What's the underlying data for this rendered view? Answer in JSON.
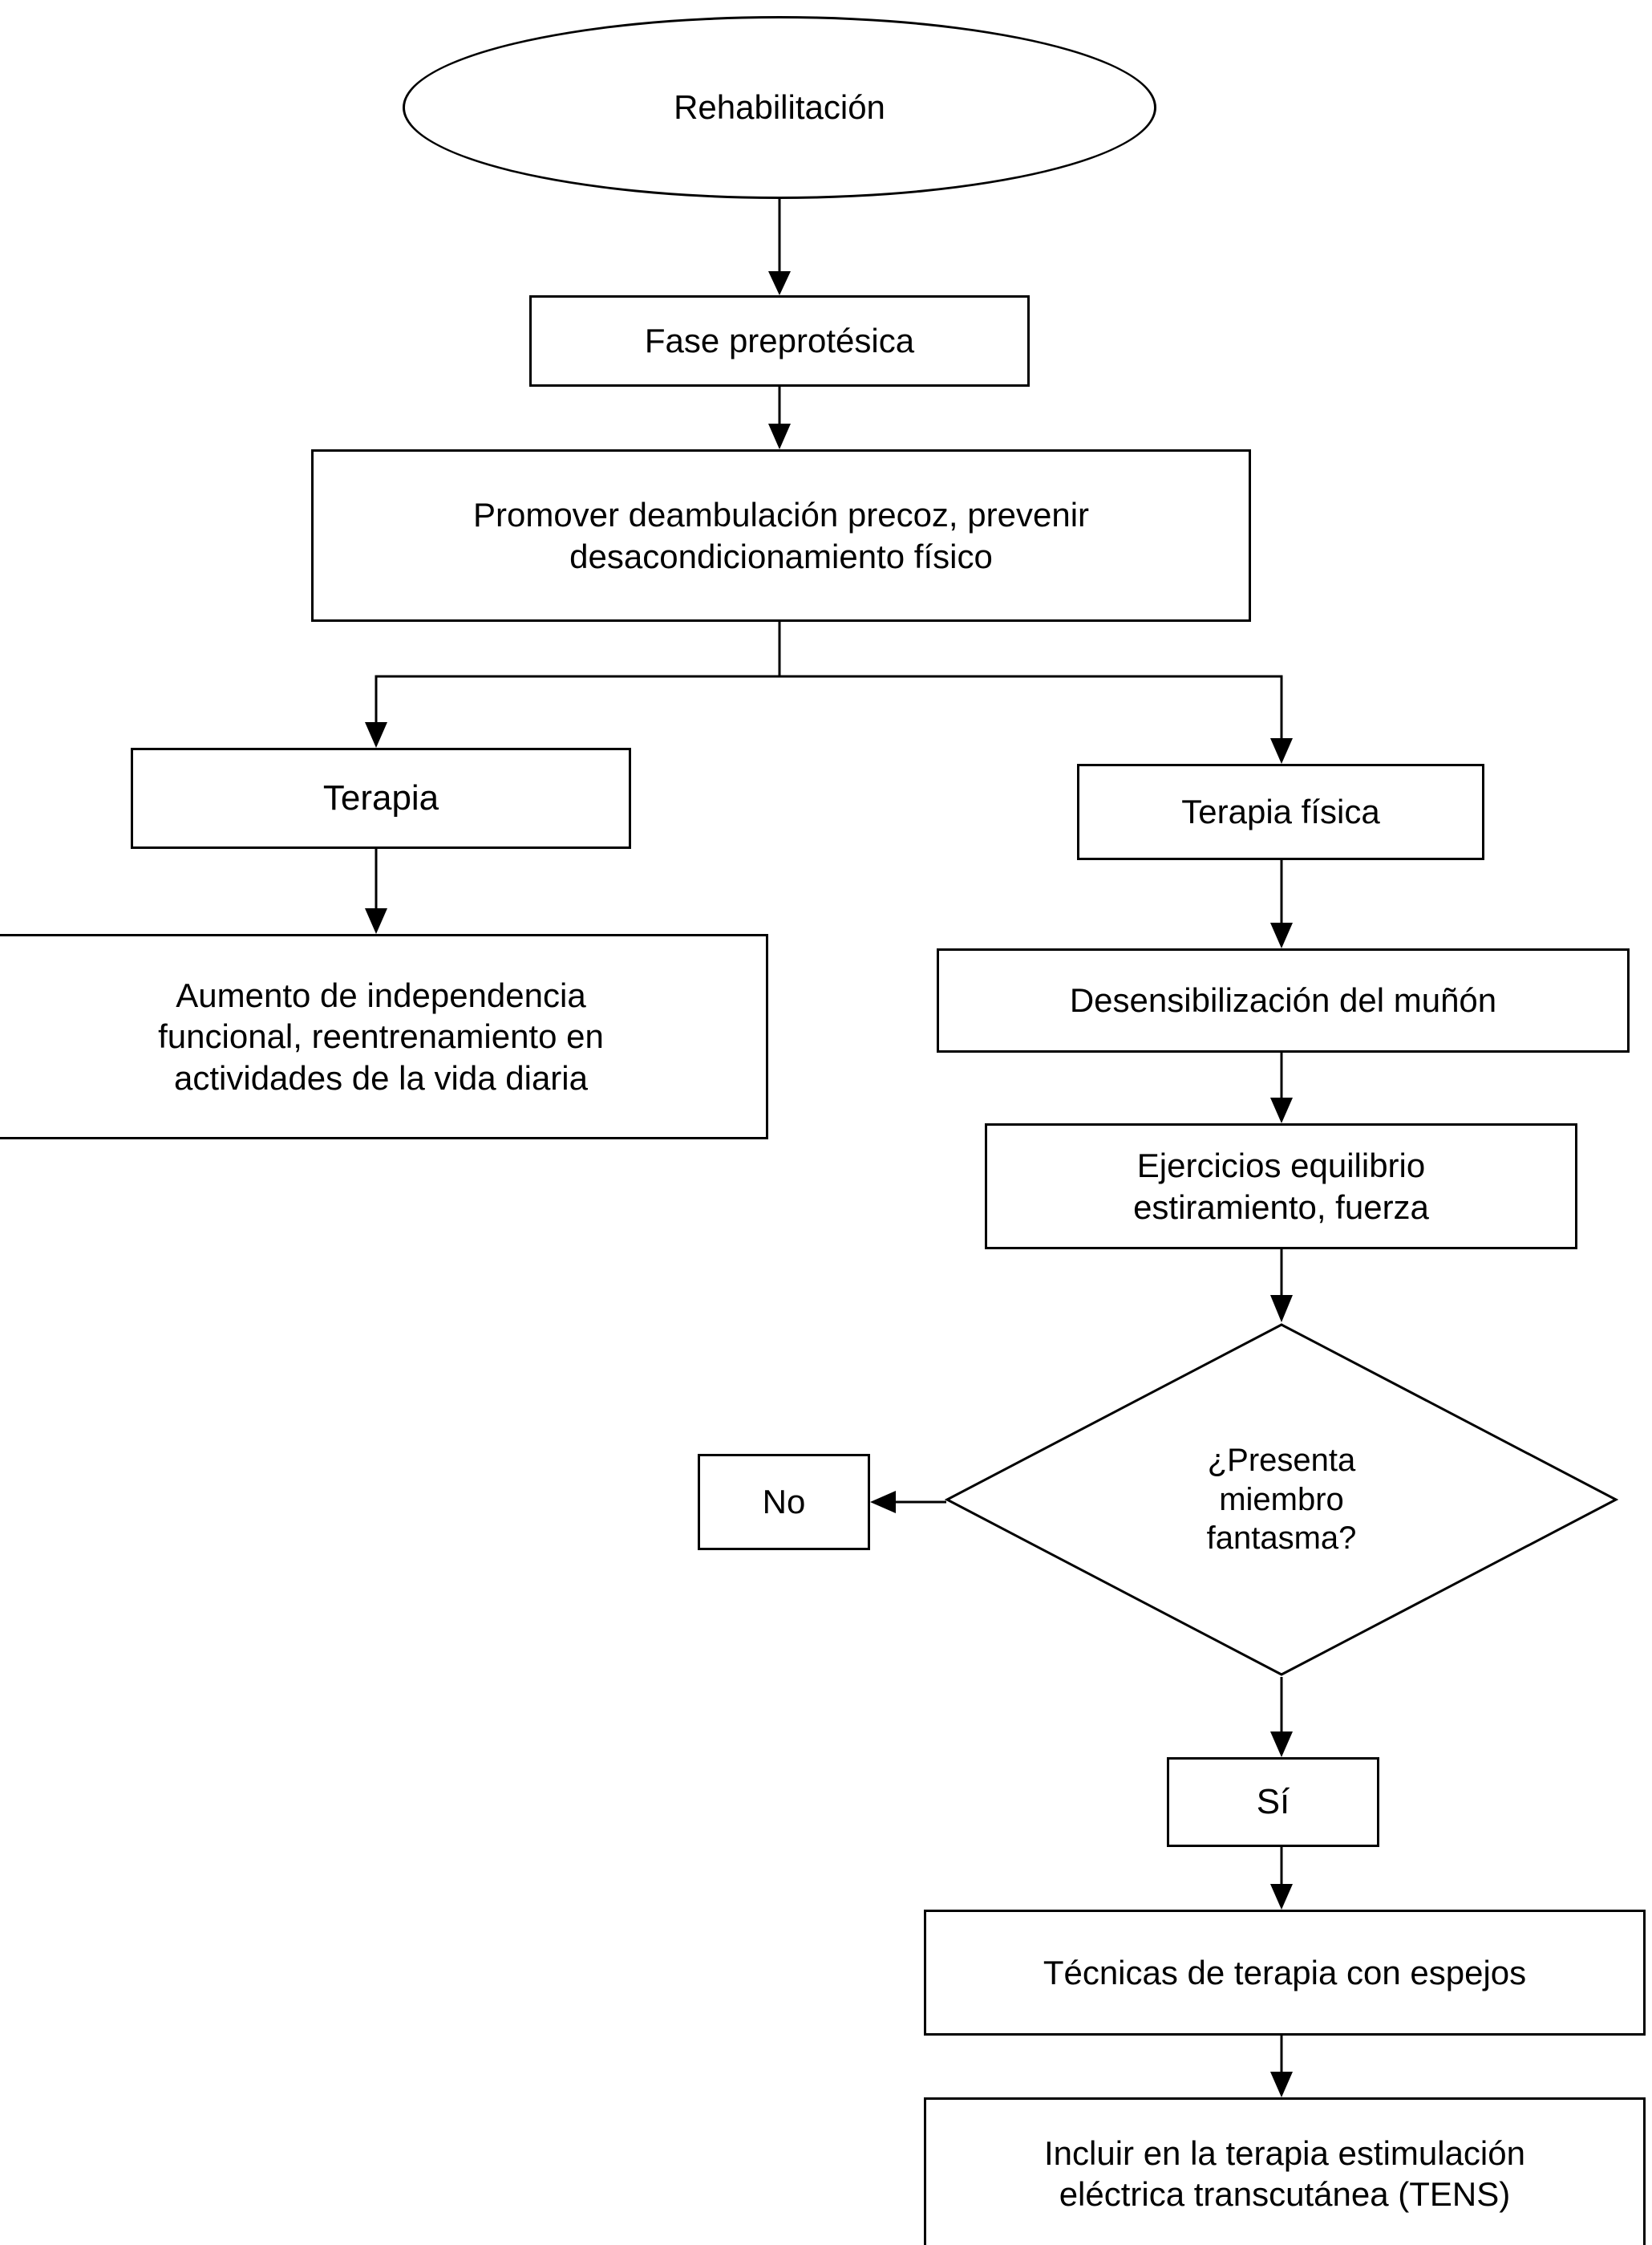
{
  "diagram": {
    "title": "Rehabilitación",
    "type": "flowchart",
    "nodes": [
      {
        "id": "start",
        "shape": "ellipse",
        "label": "Rehabilitación"
      },
      {
        "id": "fase",
        "shape": "rect",
        "label": "Fase preprotésica"
      },
      {
        "id": "promover",
        "shape": "rect",
        "label": "Promover deambulación precoz, prevenir\ndesacondicionamiento físico"
      },
      {
        "id": "terapia",
        "shape": "rect",
        "label": "Terapia"
      },
      {
        "id": "terapiafis",
        "shape": "rect",
        "label": "Terapia física"
      },
      {
        "id": "aumento",
        "shape": "rect",
        "label": "Aumento de independencia\nfuncional, reentrenamiento en\nactividades de la vida diaria"
      },
      {
        "id": "desensib",
        "shape": "rect",
        "label": "Desensibilización del muñón"
      },
      {
        "id": "ejercicios",
        "shape": "rect",
        "label": "Ejercicios equilibrio\nestiramiento, fuerza"
      },
      {
        "id": "decision",
        "shape": "diamond",
        "label": "¿Presenta\nmiembro\nfantasma?"
      },
      {
        "id": "no",
        "shape": "rect",
        "label": "No"
      },
      {
        "id": "si",
        "shape": "rect",
        "label": "Sí"
      },
      {
        "id": "espejos",
        "shape": "rect",
        "label": "Técnicas de terapia con espejos"
      },
      {
        "id": "tens",
        "shape": "rect",
        "label": "Incluir en la terapia estimulación\neléctrica transcutánea (TENS)"
      }
    ],
    "edges": [
      {
        "from": "start",
        "to": "fase"
      },
      {
        "from": "fase",
        "to": "promover"
      },
      {
        "from": "promover",
        "to": "terapia"
      },
      {
        "from": "promover",
        "to": "terapiafis"
      },
      {
        "from": "terapia",
        "to": "aumento"
      },
      {
        "from": "terapiafis",
        "to": "desensib"
      },
      {
        "from": "desensib",
        "to": "ejercicios"
      },
      {
        "from": "ejercicios",
        "to": "decision"
      },
      {
        "from": "decision",
        "to": "no"
      },
      {
        "from": "decision",
        "to": "si"
      },
      {
        "from": "si",
        "to": "espejos"
      },
      {
        "from": "espejos",
        "to": "tens"
      }
    ],
    "colors": {
      "stroke": "#000000",
      "fill": "#ffffff",
      "text": "#000000"
    }
  }
}
